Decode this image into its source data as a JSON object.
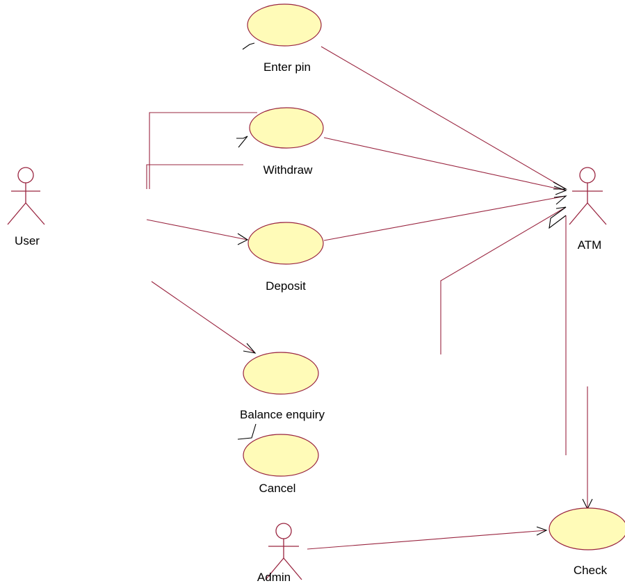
{
  "diagram": {
    "actors": [
      {
        "id": "user",
        "label": "User"
      },
      {
        "id": "atm",
        "label": "ATM"
      },
      {
        "id": "admin",
        "label": "Admin"
      }
    ],
    "use_cases": [
      {
        "id": "enter_pin",
        "label": "Enter pin"
      },
      {
        "id": "withdraw",
        "label": "Withdraw"
      },
      {
        "id": "deposit",
        "label": "Deposit"
      },
      {
        "id": "balance_enquiry",
        "label": "Balance enquiry"
      },
      {
        "id": "cancel",
        "label": "Cancel"
      },
      {
        "id": "check",
        "label": "Check"
      }
    ],
    "associations": [
      {
        "from": "user",
        "to": "withdraw"
      },
      {
        "from": "user",
        "to": "deposit"
      },
      {
        "from": "user",
        "to": "balance_enquiry"
      },
      {
        "from": "enter_pin",
        "to": "atm"
      },
      {
        "from": "withdraw",
        "to": "atm"
      },
      {
        "from": "deposit",
        "to": "atm"
      },
      {
        "from": "balance_enquiry",
        "to": "atm"
      },
      {
        "from": "atm",
        "to": "check"
      },
      {
        "from": "admin",
        "to": "check"
      }
    ],
    "colors": {
      "line": "#99243f",
      "use_case_fill": "#fffbb8",
      "arrowhead": "#000000",
      "text": "#000000"
    }
  }
}
